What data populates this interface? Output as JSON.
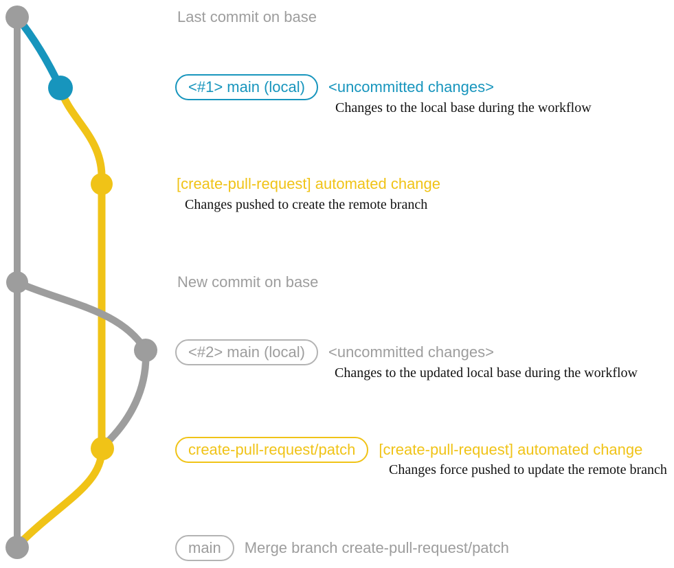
{
  "colors": {
    "gray": "#9d9d9d",
    "blue": "#1795bd",
    "yellow": "#f0c317",
    "pill_gray_border": "#b3b3b3",
    "desc_text": "#121212",
    "background": "#ffffff"
  },
  "headers": {
    "last_commit_on_base": "Last commit on base",
    "new_commit_on_base": "New commit on base"
  },
  "rows": {
    "r1": {
      "pill": "<#1> main (local)",
      "label": "<uncommitted changes>",
      "desc": "Changes to the local base during the workflow"
    },
    "r2": {
      "label": "[create-pull-request] automated change",
      "desc": "Changes pushed to create the remote branch"
    },
    "r3": {
      "pill": "<#2> main (local)",
      "label": "<uncommitted changes>",
      "desc": "Changes to the updated local base during the workflow"
    },
    "r4": {
      "pill": "create-pull-request/patch",
      "label": "[create-pull-request] automated change",
      "desc": "Changes force pushed to update the remote branch"
    },
    "r5": {
      "pill": "main",
      "label": "Merge branch create-pull-request/patch"
    }
  },
  "graph": {
    "branches": [
      {
        "name": "base",
        "color": "#9d9d9d"
      },
      {
        "name": "main-local",
        "color": "#1795bd"
      },
      {
        "name": "create-pull-request-patch",
        "color": "#f0c317"
      }
    ],
    "nodes": [
      {
        "name": "last-commit-on-base-node",
        "color": "#9d9d9d"
      },
      {
        "name": "main-local-1-node",
        "color": "#1795bd"
      },
      {
        "name": "automated-change-1-node",
        "color": "#f0c317"
      },
      {
        "name": "new-commit-on-base-node",
        "color": "#9d9d9d"
      },
      {
        "name": "main-local-2-node",
        "color": "#9d9d9d"
      },
      {
        "name": "automated-change-2-node",
        "color": "#f0c317"
      },
      {
        "name": "merge-commit-node",
        "color": "#9d9d9d"
      }
    ]
  }
}
